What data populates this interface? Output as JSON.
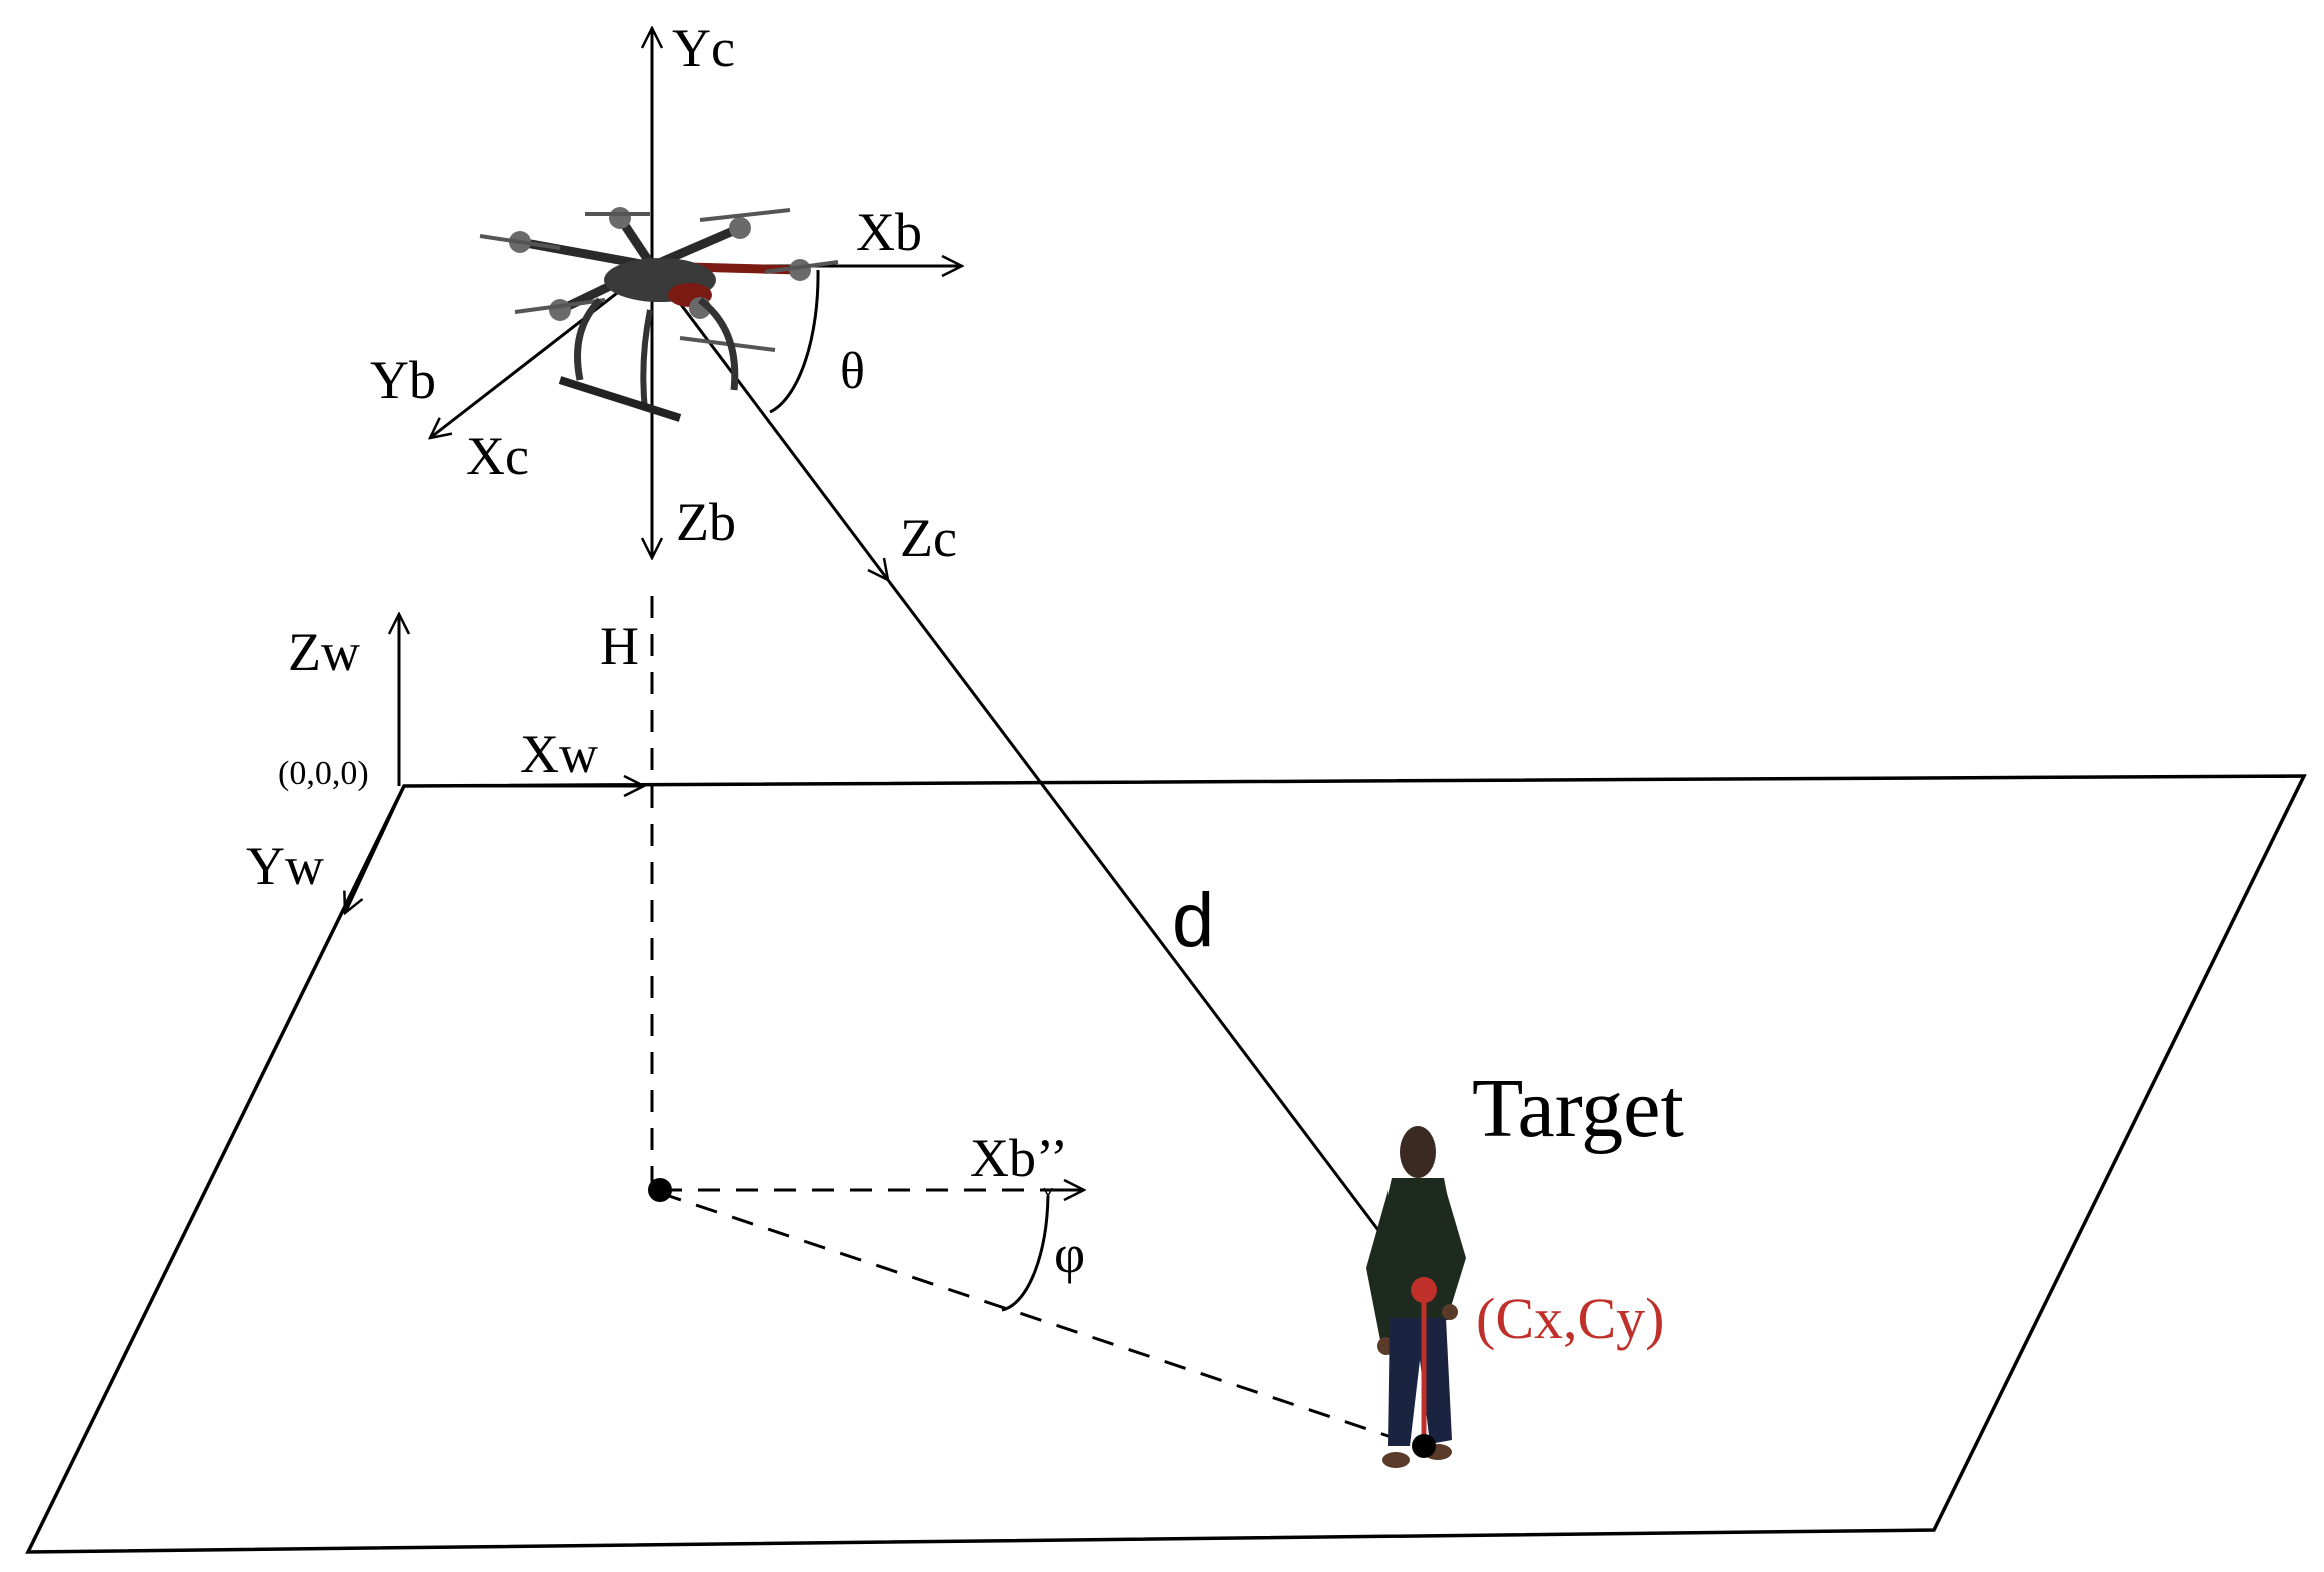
{
  "labels": {
    "yc": "Yc",
    "xb": "Xb",
    "yb": "Yb",
    "xc": "Xc",
    "zb": "Zb",
    "zc": "Zc",
    "theta": "θ",
    "h": "H",
    "zw": "Zw",
    "origin": "(0,0,0)",
    "xw": "Xw",
    "yw": "Yw",
    "d": "d",
    "target": "Target",
    "xb_proj": "Xb’’",
    "phi": "φ",
    "centroid": "(Cx,Cy)"
  },
  "colors": {
    "line": "#000000",
    "centroid": "#c0302a",
    "drone_frame": "#2a2a2a",
    "drone_accent": "#7a1a12"
  },
  "icons": {
    "drone": "hexacopter-drone-icon",
    "person": "person-figure-icon"
  }
}
